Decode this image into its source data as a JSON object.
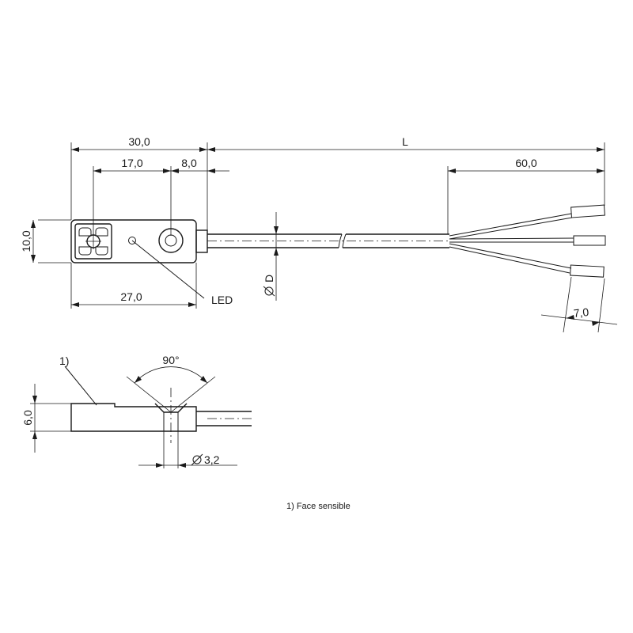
{
  "top_view": {
    "dim_total_length": "30,0",
    "dim_cable_length": "L",
    "dim_to_mount_hole": "17,0",
    "dim_hole_to_end": "8,0",
    "dim_wire_strip": "60,0",
    "dim_height": "10,0",
    "dim_to_led": "27,0",
    "led_label": "LED",
    "cable_diameter": "D",
    "dim_ferrule": "7,0"
  },
  "side_view": {
    "footnote_marker": "1)",
    "countersink_angle": "90°",
    "dim_thickness": "6,0",
    "hole_diameter": "3,2"
  },
  "footnote": "1) Face sensible"
}
